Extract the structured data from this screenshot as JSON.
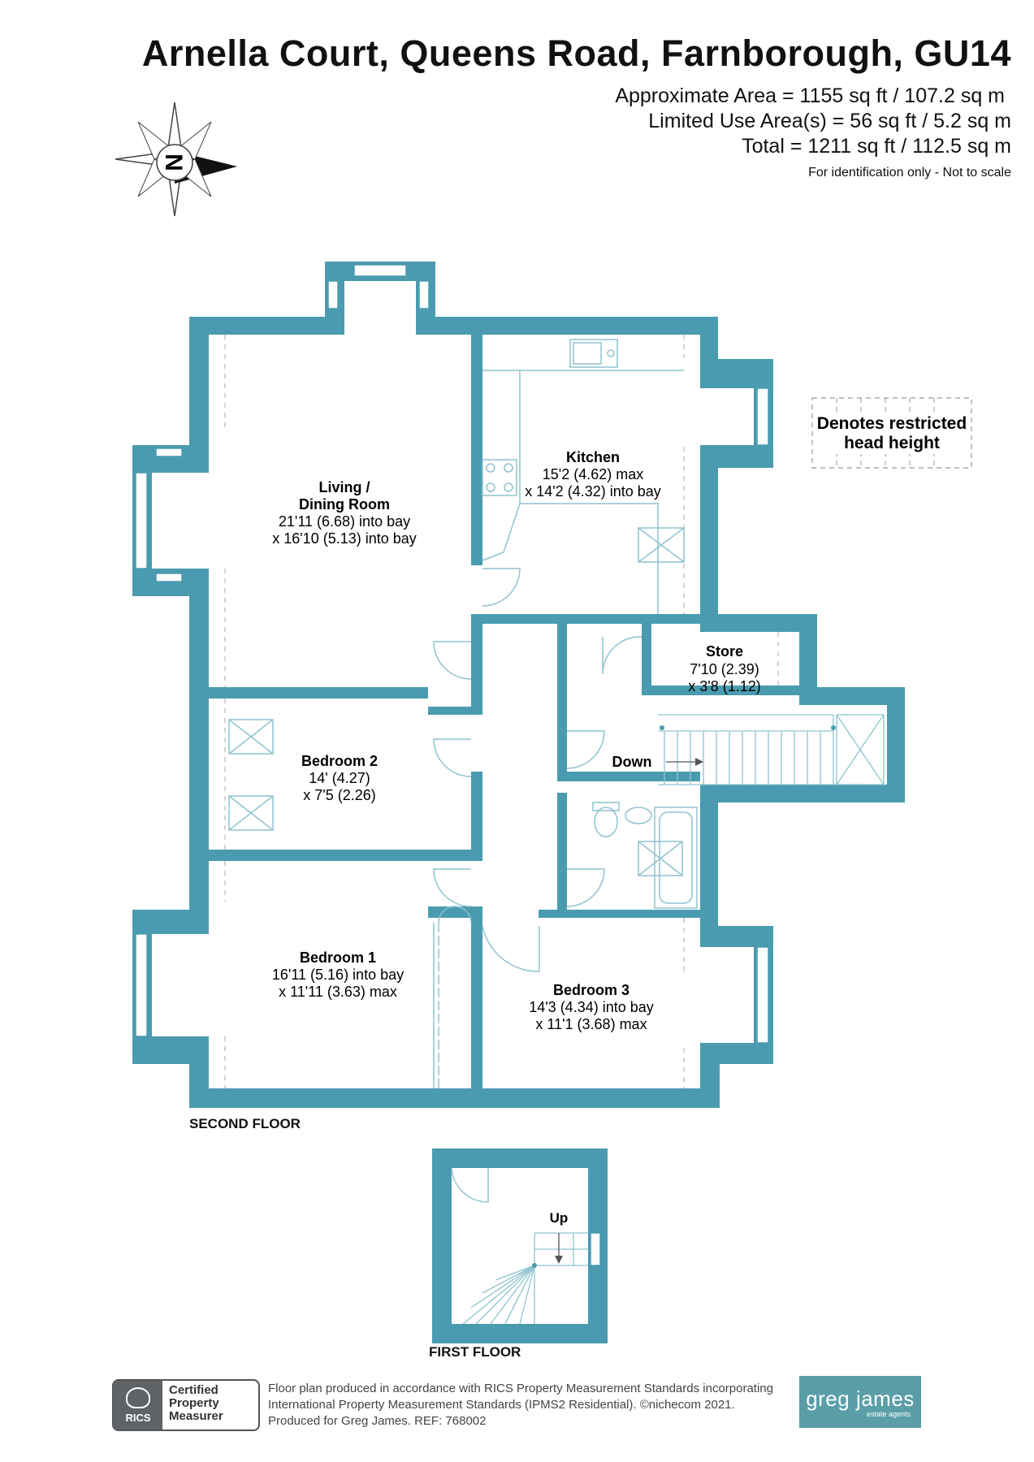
{
  "header": {
    "title": "Arnella Court, Queens Road, Farnborough, GU14",
    "approx_area": "Approximate Area = 1155 sq ft / 107.2 sq m",
    "limited_use": "Limited Use Area(s) = 56 sq ft / 5.2 sq m",
    "total": "Total = 1211 sq ft / 112.5 sq m",
    "identification": "For identification only - Not to scale"
  },
  "compass": {
    "letter": "N"
  },
  "legend": {
    "line1": "Denotes restricted",
    "line2": "head height"
  },
  "rooms": {
    "living": {
      "name1": "Living /",
      "name2": "Dining Room",
      "dim1": "21'11 (6.68) into bay",
      "dim2": "x 16'10 (5.13) into bay"
    },
    "kitchen": {
      "name": "Kitchen",
      "dim1": "15'2 (4.62) max",
      "dim2": "x 14'2 (4.32) into bay"
    },
    "store": {
      "name": "Store",
      "dim1": "7'10 (2.39)",
      "dim2": "x 3'8 (1.12)"
    },
    "bedroom2": {
      "name": "Bedroom 2",
      "dim1": "14' (4.27)",
      "dim2": "x 7'5 (2.26)"
    },
    "bedroom1": {
      "name": "Bedroom 1",
      "dim1": "16'11 (5.16) into bay",
      "dim2": "x 11'11 (3.63) max"
    },
    "bedroom3": {
      "name": "Bedroom 3",
      "dim1": "14'3 (4.34) into bay",
      "dim2": "x 11'1 (3.68) max"
    }
  },
  "stairs": {
    "down": "Down",
    "up": "Up"
  },
  "floors": {
    "second": "SECOND FLOOR",
    "first": "FIRST FLOOR"
  },
  "footer": {
    "badge_logo": "RICS",
    "badge_line1": "Certified",
    "badge_line2": "Property",
    "badge_line3": "Measurer",
    "text_line1": "Floor plan produced in accordance with RICS Property Measurement Standards incorporating",
    "text_line2": "International Property Measurement Standards (IPMS2 Residential).  ©nichecom 2021.",
    "text_line3": "Produced for Greg James.   REF:  768002",
    "brand_name": "greg james",
    "brand_sub": "estate agents"
  },
  "colors": {
    "wall": "#4a9bb0",
    "glass": "#ffffff",
    "line": "#8fc3cf",
    "brand_bg": "#5a9ea8"
  }
}
